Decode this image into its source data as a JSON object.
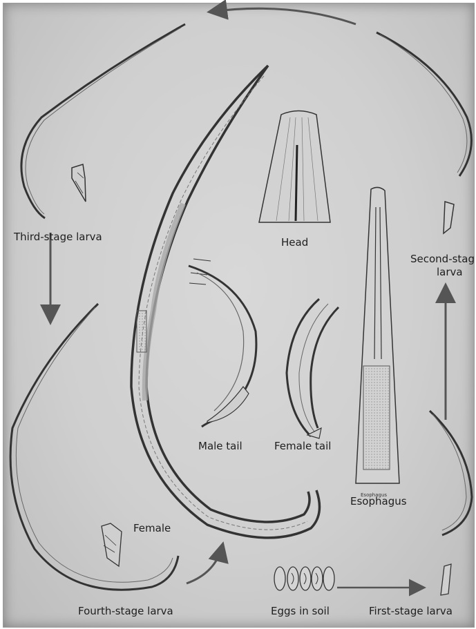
{
  "labels": {
    "third_stage": "Third-stage larva",
    "head": "Head",
    "second_stage_line1": "Second-stag",
    "second_stage_line2": "larva",
    "male_tail": "Male tail",
    "female_tail": "Female tail",
    "esophagus_small": "Esophagus",
    "esophagus": "Esophagus",
    "female": "Female",
    "fourth_stage": "Fourth-stage larva",
    "eggs": "Eggs in soil",
    "first_stage": "First-stage larva"
  }
}
